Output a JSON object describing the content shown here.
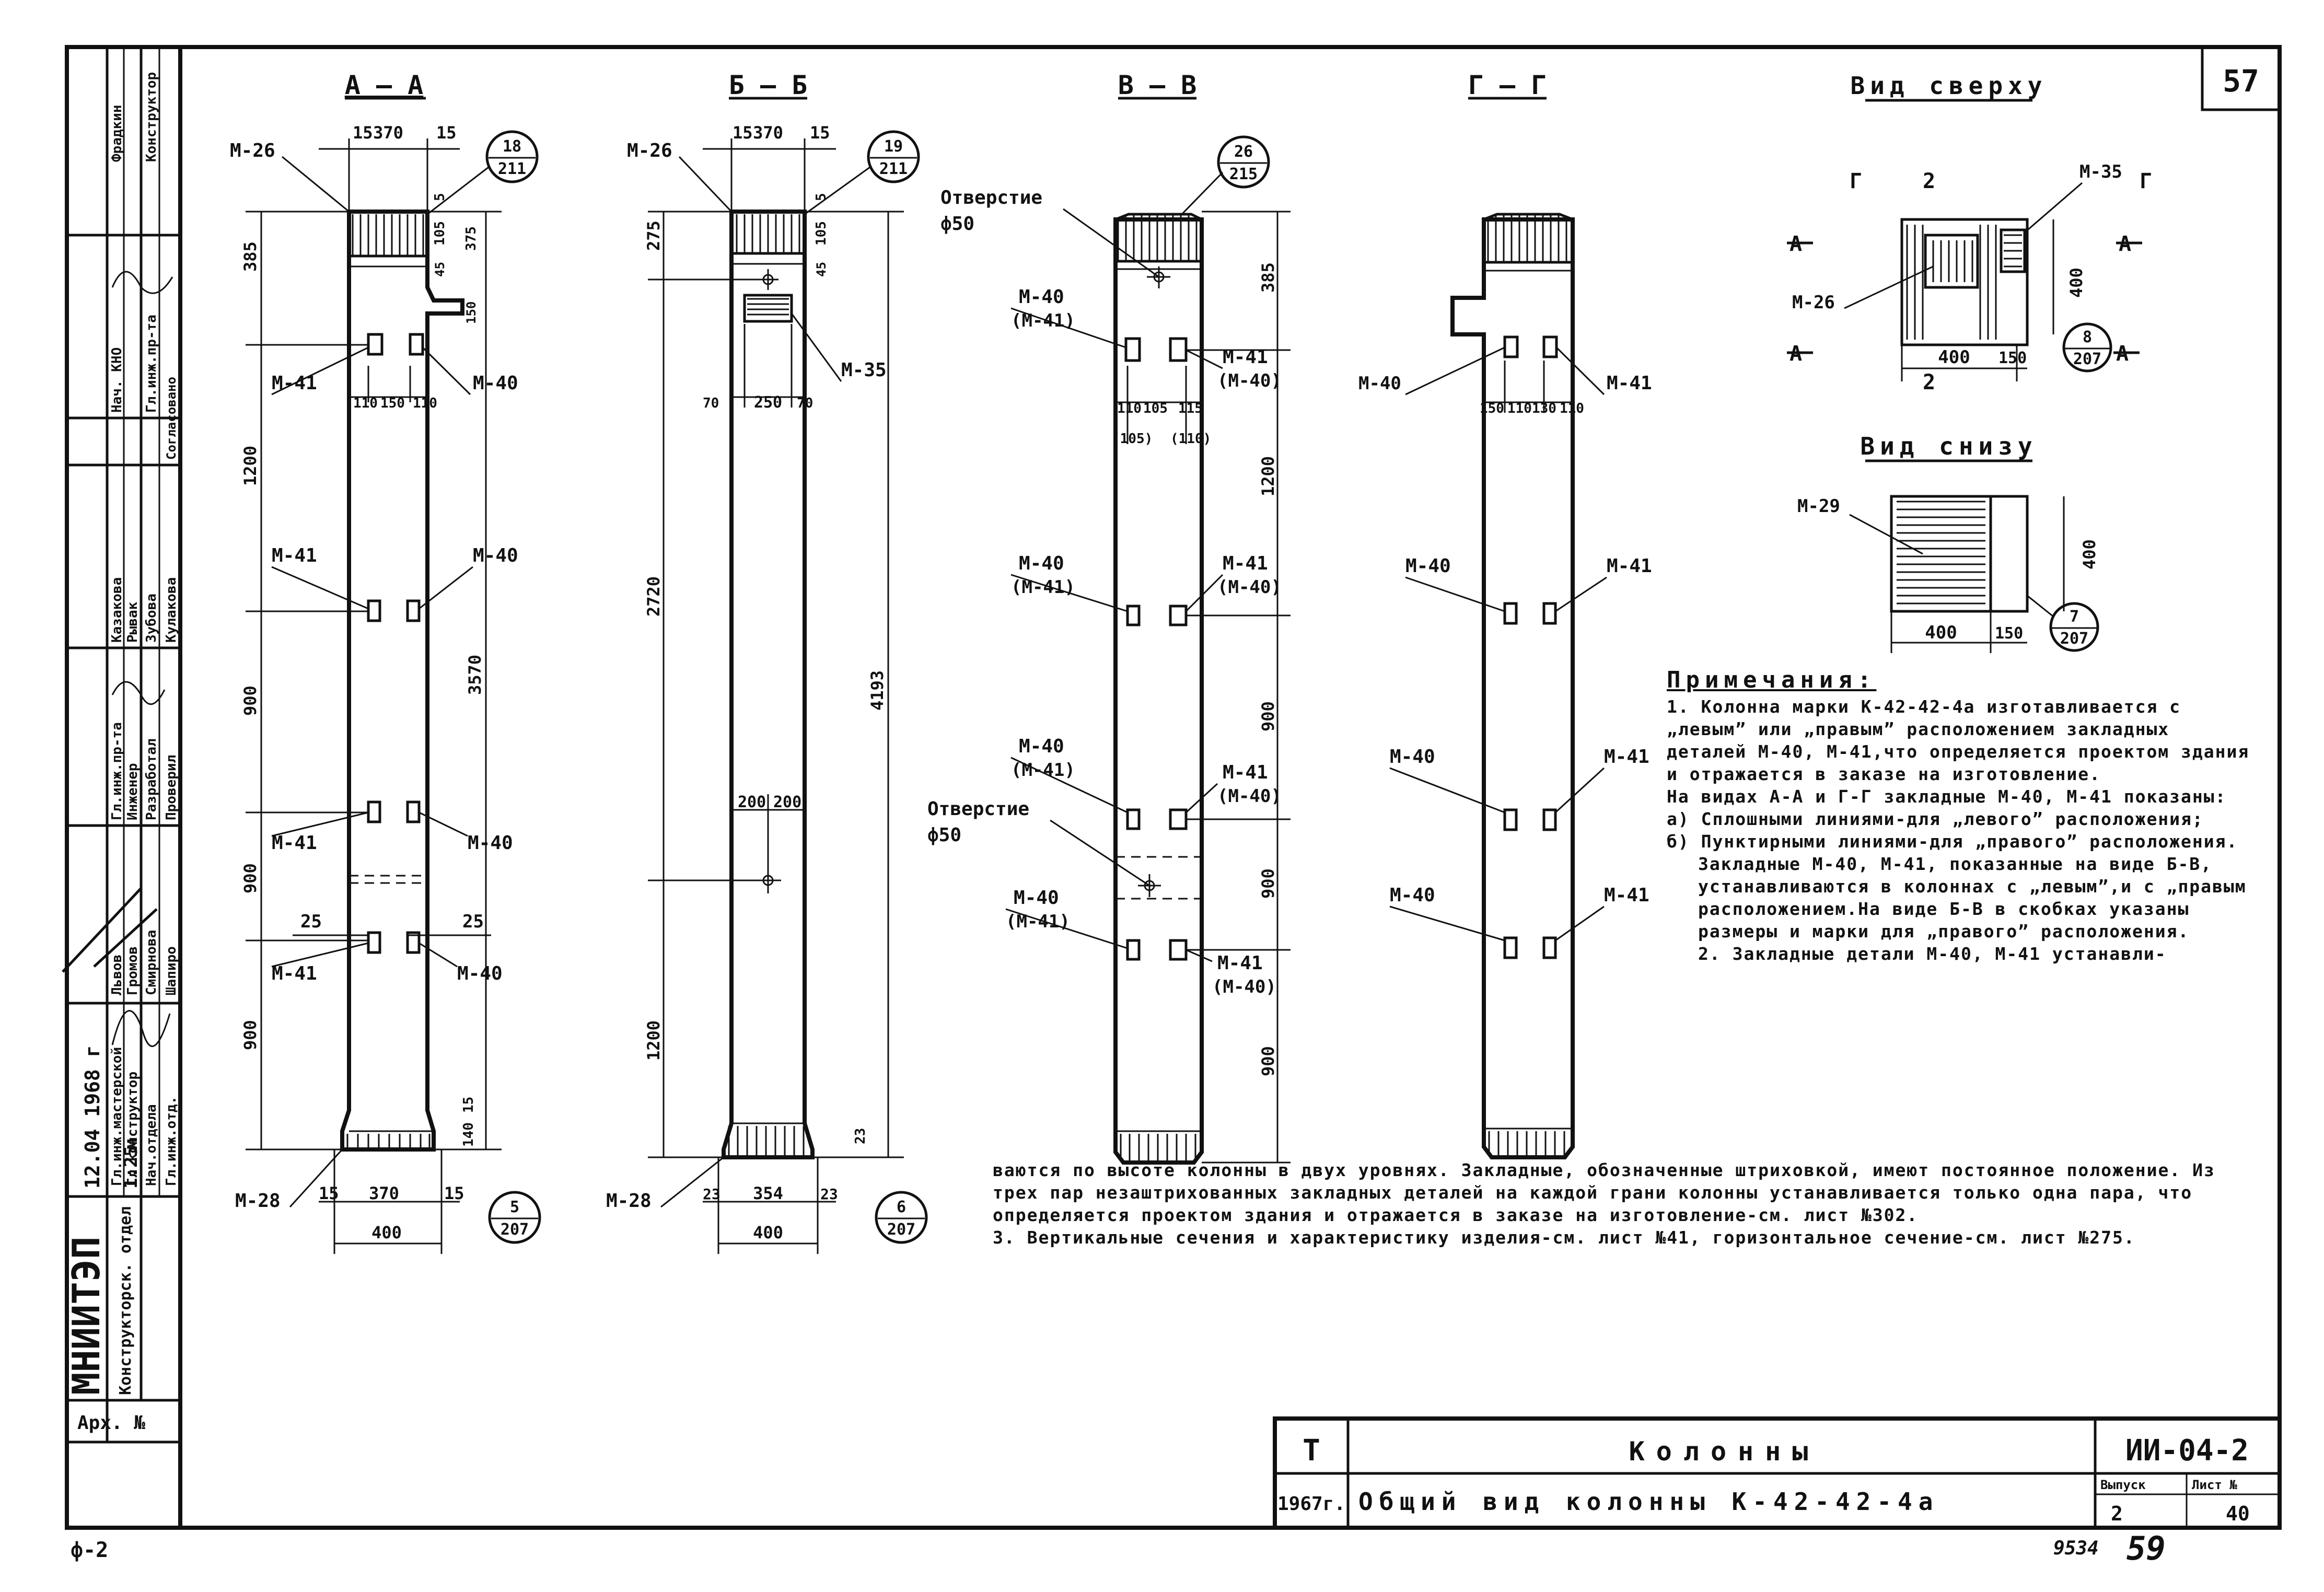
{
  "sheet_number": "57",
  "sections": {
    "aa": {
      "title": "А — А",
      "dims": {
        "top_left": "15",
        "top_mid": "370",
        "top_right": "15",
        "d5": "5",
        "d105": "105",
        "d375": "375",
        "d45": "45",
        "d385": "385",
        "d150": "150",
        "d1200": "1200",
        "d900a": "900",
        "d900b": "900",
        "d900c": "900",
        "d3570": "3570",
        "d110a": "110",
        "d150b": "150",
        "d110b": "110",
        "d25a": "25",
        "d25b": "25",
        "d15b": "15",
        "d140": "140",
        "bot_left": "15",
        "bot_mid": "370",
        "bot_right": "15",
        "bot_width": "400"
      },
      "labels": {
        "m26": "М-26",
        "m41a": "М-41",
        "m40a": "М-40",
        "m41b": "М-41",
        "m40b": "М-40",
        "m41c": "М-41",
        "m40c": "М-40",
        "m41d": "М-41",
        "m40d": "М-40",
        "m28": "М-28"
      },
      "ref_top": {
        "num": "18",
        "den": "211"
      },
      "ref_bot": {
        "num": "5",
        "den": "207"
      }
    },
    "bb": {
      "title": "Б — Б",
      "dims": {
        "top_left": "15",
        "top_mid": "370",
        "top_right": "15",
        "d275": "275",
        "d5": "5",
        "d105": "105",
        "d45": "45",
        "d70a": "70",
        "d250": "250",
        "d70b": "70",
        "d2720": "2720",
        "d4193": "4193",
        "d200a": "200",
        "d200b": "200",
        "d1200": "1200",
        "d23": "23",
        "bot_left": "23",
        "bot_mid": "354",
        "bot_right": "23",
        "bot_width": "400"
      },
      "labels": {
        "m26": "М-26",
        "m35": "М-35",
        "m28": "М-28"
      },
      "ref_top": {
        "num": "19",
        "den": "211"
      },
      "ref_bot": {
        "num": "6",
        "den": "207"
      }
    },
    "vv": {
      "title": "В — В",
      "dims": {
        "d385": "385",
        "d1200": "1200",
        "d900a": "900",
        "d900b": "900",
        "d900c": "900",
        "d110": "110",
        "d105": "105",
        "d115": "115",
        "p105": "(105)",
        "p110": "(110)"
      },
      "labels": {
        "hole1": "Отверстие",
        "hole1d": "ф50",
        "hole2": "Отверстие",
        "hole2d": "ф50",
        "m40a": "М-40",
        "m41a_p": "(М-41)",
        "m41a": "М-41",
        "m40a_p": "(М-40)",
        "m40b": "М-40",
        "m41b_p": "(М-41)",
        "m41b": "М-41",
        "m40b_p": "(М-40)",
        "m40c": "М-40",
        "m41c_p": "(М-41)",
        "m41c": "М-41",
        "m40c_p": "(М-40)",
        "m40d": "М-40",
        "m41d_p": "(М-41)",
        "m41d": "М-41",
        "m40d_p": "(М-40)"
      },
      "ref_top": {
        "num": "26",
        "den": "215"
      }
    },
    "gg": {
      "title": "Г — Г",
      "dims": {
        "d150": "150",
        "d110": "110",
        "d130": "130",
        "d110b": "110"
      },
      "labels": {
        "m40a": "М-40",
        "m41a": "М-41",
        "m40b": "М-40",
        "m41b": "М-41",
        "m40c": "М-40",
        "m41c": "М-41",
        "m40d": "М-40",
        "m41d": "М-41"
      }
    }
  },
  "top_view": {
    "title": "Вид сверху",
    "labels": {
      "m35": "М-35",
      "m26": "М-26",
      "g": "Г",
      "g2": "Г",
      "two": "2",
      "two2": "2",
      "a1": "А",
      "a2": "А",
      "a3": "А",
      "a4": "А"
    },
    "dims": {
      "d400": "400",
      "d150": "150",
      "d400v": "400"
    },
    "ref": {
      "num": "8",
      "den": "207"
    }
  },
  "bottom_view": {
    "title": "Вид снизу",
    "labels": {
      "m29": "М-29"
    },
    "dims": {
      "d400": "400",
      "d150": "150",
      "d400v": "400"
    },
    "ref": {
      "num": "7",
      "den": "207"
    }
  },
  "notes": {
    "heading": "Примечания:",
    "n1": "1. Колонна марки К-42-42-4а изготавливается с „левым” или „правым” расположением закладных деталей М-40, М-41,что определяется проектом здания и отражается в заказе на изготовление.",
    "n1b": "На видах А-А и Г-Г закладные М-40, М-41 показаны:",
    "n1c": "а) Сплошными линиями-для „левого” расположения;",
    "n1d": "б) Пунктирными линиями-для „правого” расположения.",
    "n1e": "Закладные М-40, М-41, показанные на виде Б-В, устанавливаются в колоннах с „левым”,и с „правым расположением.На виде Б-В в скобках указаны размеры и марки для „правого” расположения.",
    "n2a": "2. Закладные детали М-40, М-41 устанавли-",
    "n2b": "ваются по высоте колонны в двух уровнях. Закладные, обозначенные штриховкой, имеют постоянное положение. Из трех пар незаштрихованных закладных деталей на каждой грани колонны устанавливается только одна пара, что определяется проектом здания и отражается в заказе на изготовление-см. лист №302.",
    "n3": "3. Вертикальные сечения и характеристику изделия-см. лист №41, горизонтальное сечение-см. лист №275."
  },
  "stamp": {
    "title_block": {
      "org": "МНИИТЭП",
      "dept": "Конструкторск. отдел",
      "year": "12.04 1968 г",
      "scale_m": "м",
      "scale": "1:25",
      "arch": "Арх. №",
      "roles": [
        "Гл.инж.мастерской",
        "Гл.конструктор",
        "Нач.отдела",
        "Гл.инж.отд."
      ],
      "roles2": [
        "Гл.инж.пр-та",
        "Инженер",
        "Разработал",
        "Проверил"
      ],
      "names": [
        "Львов",
        "Громов",
        "Смирнова",
        "Шапиро"
      ],
      "names2": [
        "Казакова",
        "Рывак",
        "Зубова",
        "Кулакова"
      ],
      "agreed": "Согласовано",
      "top_roles": [
        "Нач. КНО",
        "Гл.инж.пр-та",
        "Фрадкин",
        "Конструктор"
      ]
    },
    "main": {
      "logo": "Т",
      "year": "1967г.",
      "title": "Колонны",
      "subtitle": "Общий вид колонны К-42-42-4а",
      "code": "ИИ-04-2",
      "vyp_label": "Выпуск",
      "sheet_label": "Лист №",
      "vyp": "2",
      "sheet": "40"
    }
  },
  "footer": {
    "left": "ф-2",
    "num": "9534",
    "page": "59"
  }
}
